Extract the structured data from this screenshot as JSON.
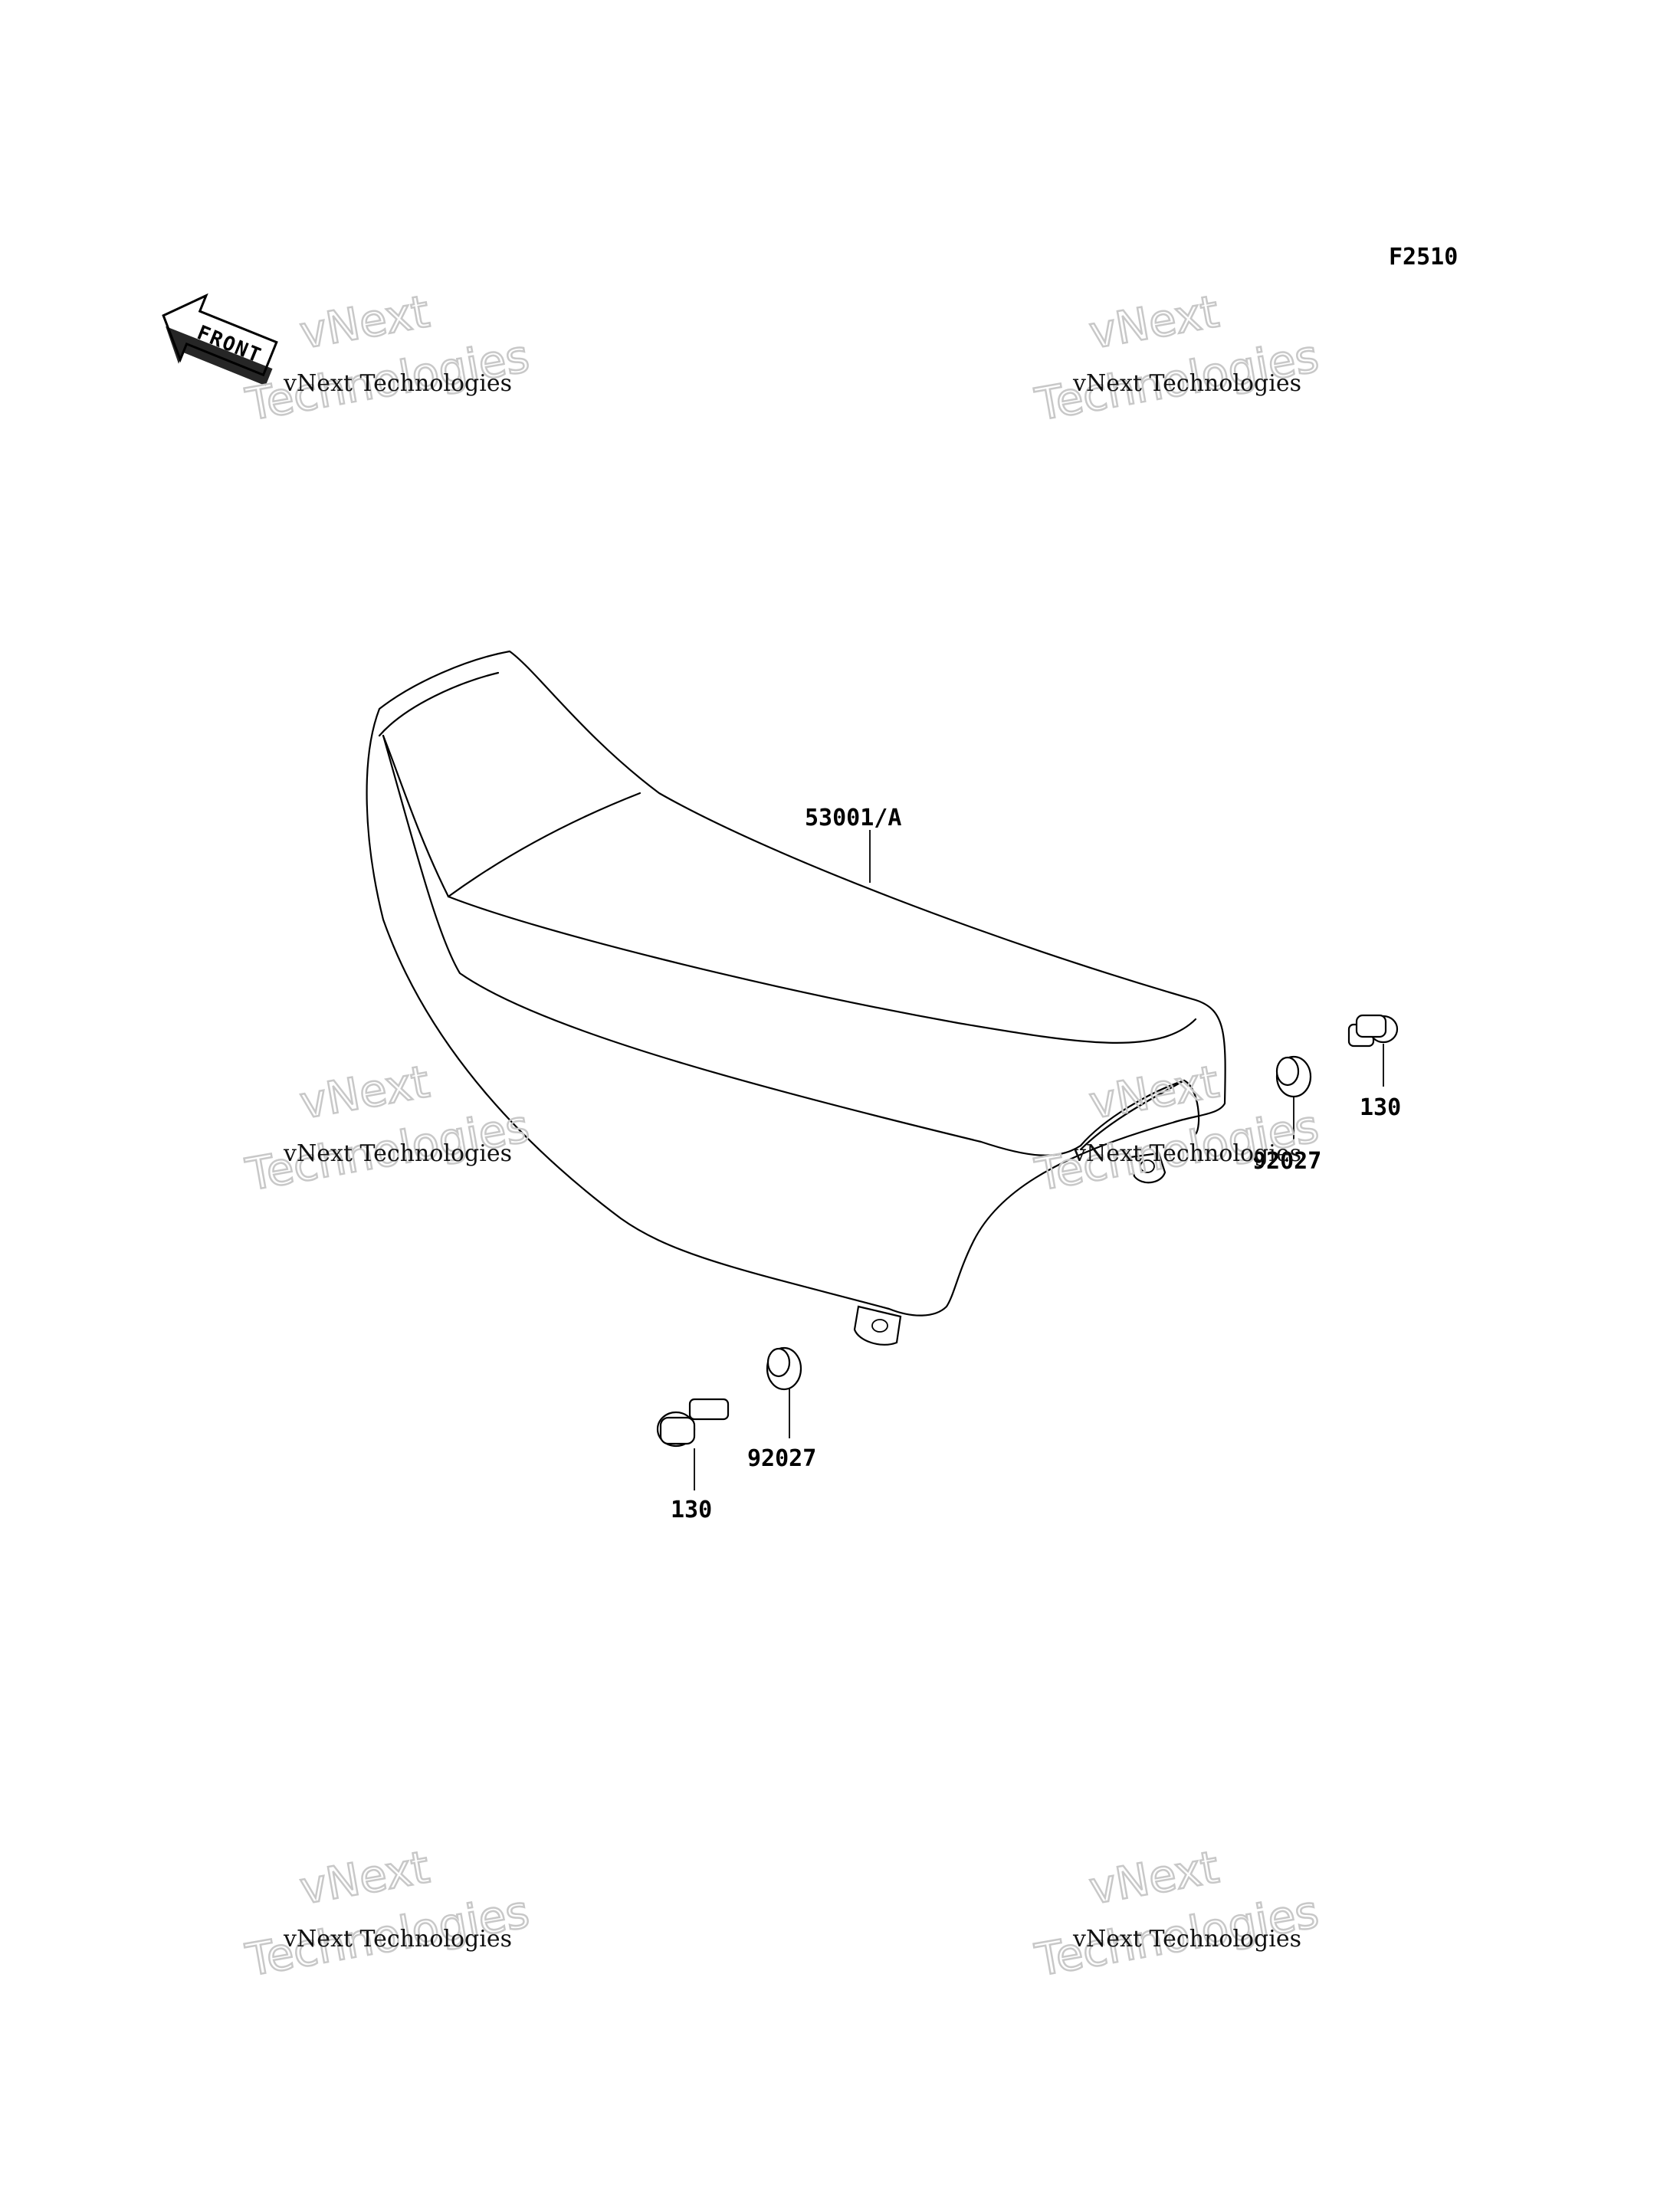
{
  "diagram_id": "F2510",
  "front_arrow_label": "FRONT",
  "parts": {
    "seat": "53001/A",
    "collar_right": "92027",
    "bolt_right": "130",
    "collar_left": "92027",
    "bolt_left": "130"
  },
  "watermark": {
    "line1": "vNext Technologies",
    "big1": "vNext",
    "big2": "Technologies"
  }
}
